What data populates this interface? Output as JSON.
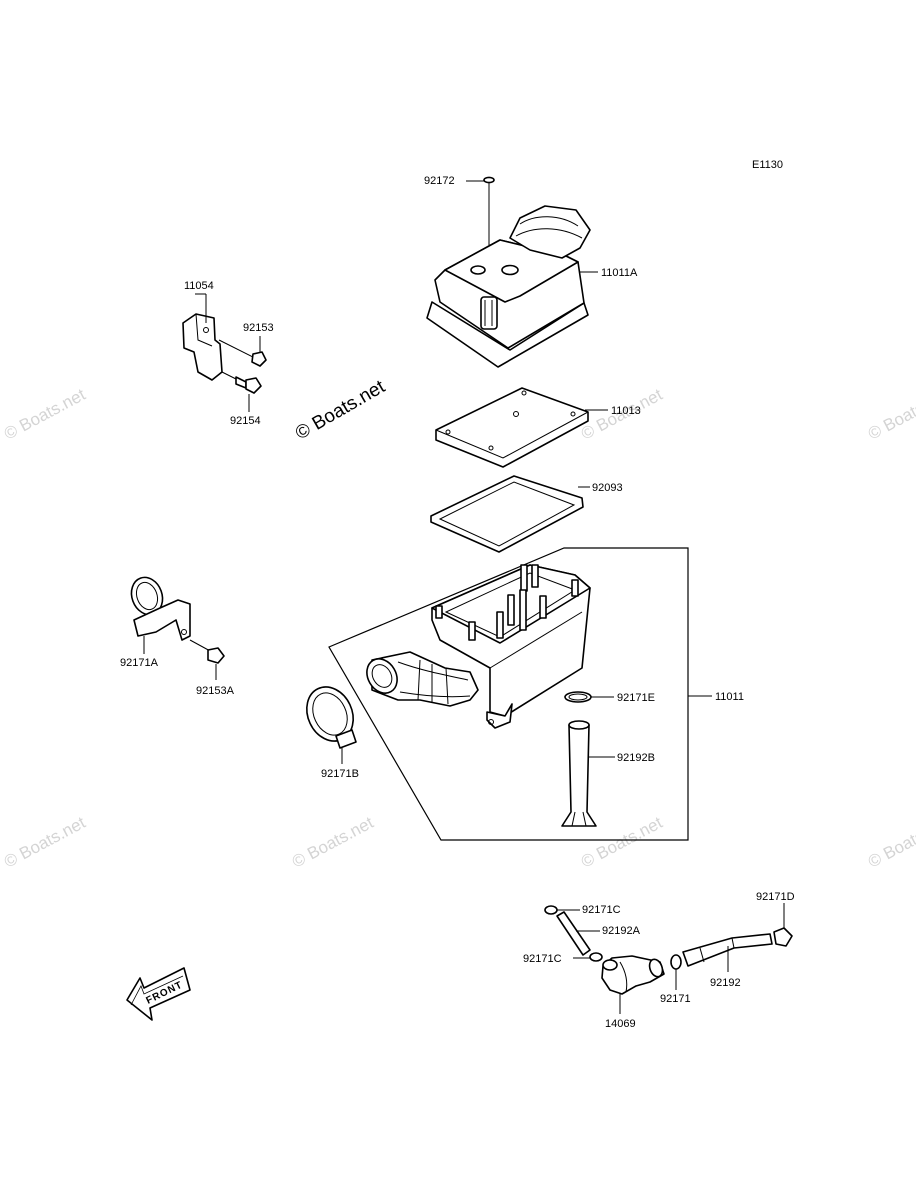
{
  "diagram_code": "E1130",
  "watermark": "© Boats.net",
  "front_badge": "FRONT",
  "labels": {
    "p92172": "92172",
    "p11011A": "11011A",
    "p11054": "11054",
    "p92153": "92153",
    "p92154": "92154",
    "p11013": "11013",
    "p92093": "92093",
    "p92171A": "92171A",
    "p92153A": "92153A",
    "p92171E": "92171E",
    "p11011": "11011",
    "p92192B": "92192B",
    "p92171B": "92171B",
    "p92171C_top": "92171C",
    "p92192A": "92192A",
    "p92171C_bottom": "92171C",
    "p92171D": "92171D",
    "p92192": "92192",
    "p92171": "92171",
    "p14069": "14069"
  },
  "icons": [
    "front-arrow-icon"
  ]
}
